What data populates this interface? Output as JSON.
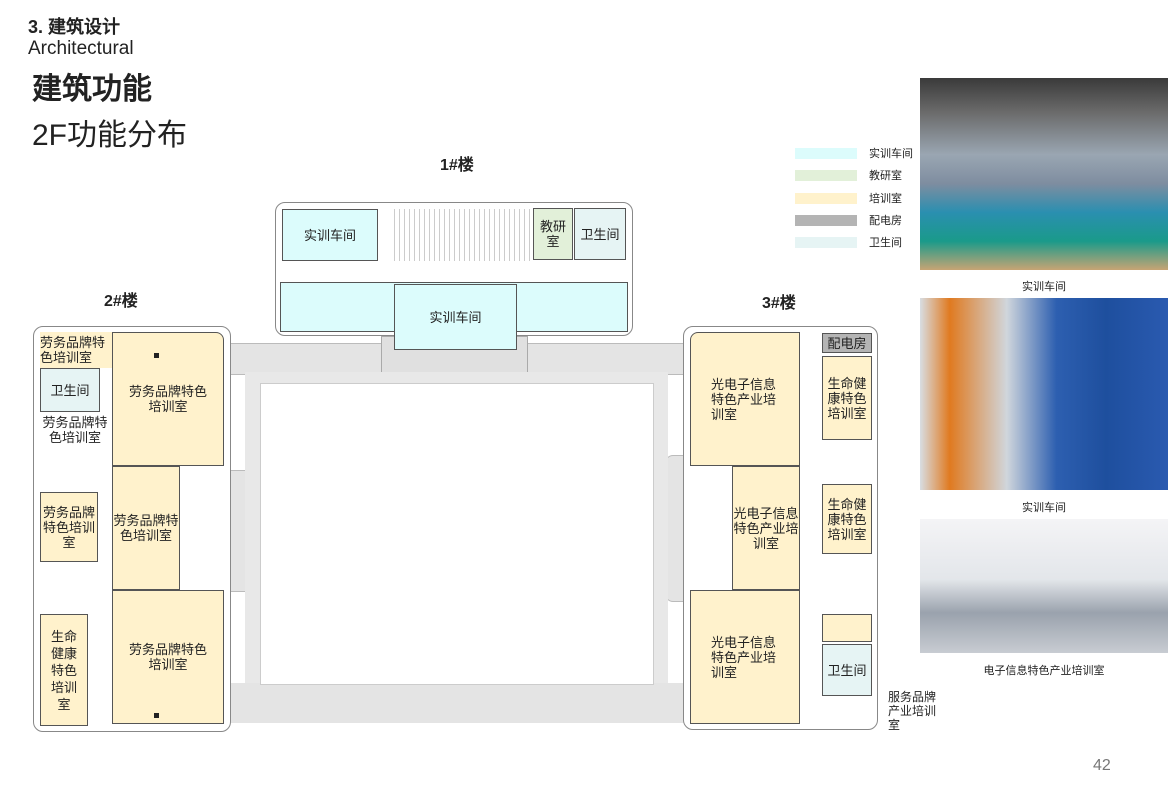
{
  "header": {
    "section": "3. 建筑设计",
    "section_en": "Architectural",
    "title": "建筑功能",
    "subtitle": "2F功能分布"
  },
  "legend": [
    {
      "label": "实训车间",
      "color": "#dcfcfc"
    },
    {
      "label": "教研室",
      "color": "#e2f0d9"
    },
    {
      "label": "培训室",
      "color": "#fff2cc"
    },
    {
      "label": "配电房",
      "color": "#b4b4b4"
    },
    {
      "label": "卫生间",
      "color": "#e6f4f4"
    }
  ],
  "buildings": {
    "b1": {
      "label": "1#楼",
      "rooms": [
        "实训车间",
        "教研室",
        "卫生间",
        "实训车间"
      ]
    },
    "b2": {
      "label": "2#楼",
      "rooms": [
        "劳务品牌特色培训室",
        "卫生间",
        "劳务品牌特色培训室",
        "劳务品牌特色培训室",
        "劳务品牌特色培训室",
        "劳务品牌特色培训室",
        "劳务品牌特色培训室",
        "生命健康特色培训室"
      ]
    },
    "b3": {
      "label": "3#楼",
      "rooms": [
        "配电房",
        "光电子信息特色产业培训室",
        "生命健康特色培训室",
        "光电子信息特色产业培训室",
        "生命健康特色培训室",
        "光电子信息特色产业培训室",
        "卫生间",
        "服务品牌产业培训室"
      ]
    }
  },
  "photos": [
    {
      "caption": "实训车间"
    },
    {
      "caption": "实训车间"
    },
    {
      "caption": "电子信息特色产业培训室"
    }
  ],
  "page_number": "42"
}
